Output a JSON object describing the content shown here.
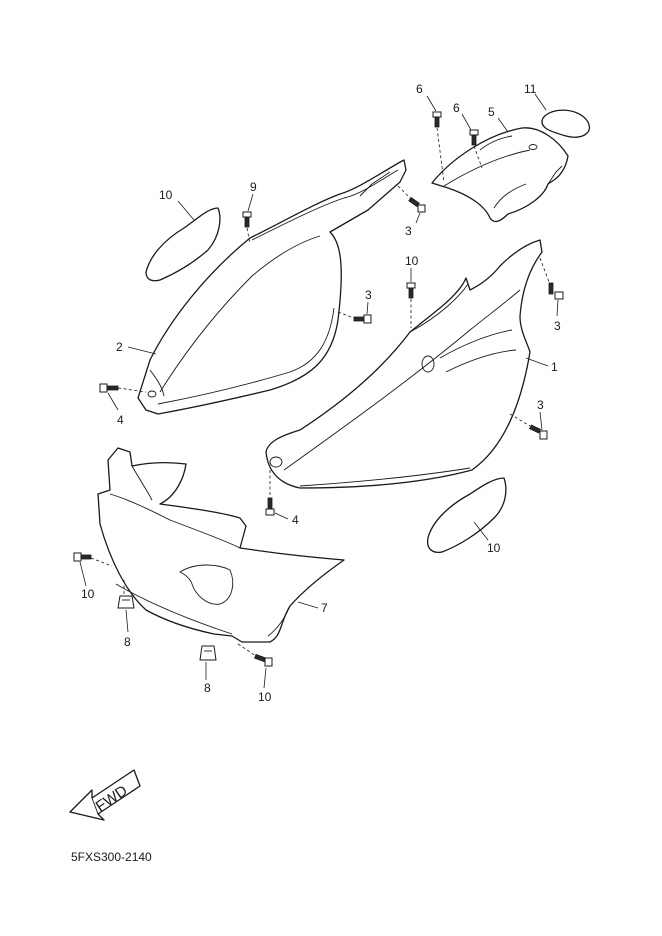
{
  "diagram": {
    "drawing_code": "5FXS300-2140",
    "fwd_label": "FWD",
    "callouts": {
      "c1": "1",
      "c2": "2",
      "c3a": "3",
      "c3b": "3",
      "c3c": "3",
      "c3d": "3",
      "c4a": "4",
      "c4b": "4",
      "c5": "5",
      "c6a": "6",
      "c6b": "6",
      "c7": "7",
      "c8a": "8",
      "c8b": "8",
      "c9": "9",
      "c10a": "10",
      "c10b": "10",
      "c10c": "10",
      "c10d": "10",
      "c10e": "10",
      "c11": "11"
    }
  }
}
